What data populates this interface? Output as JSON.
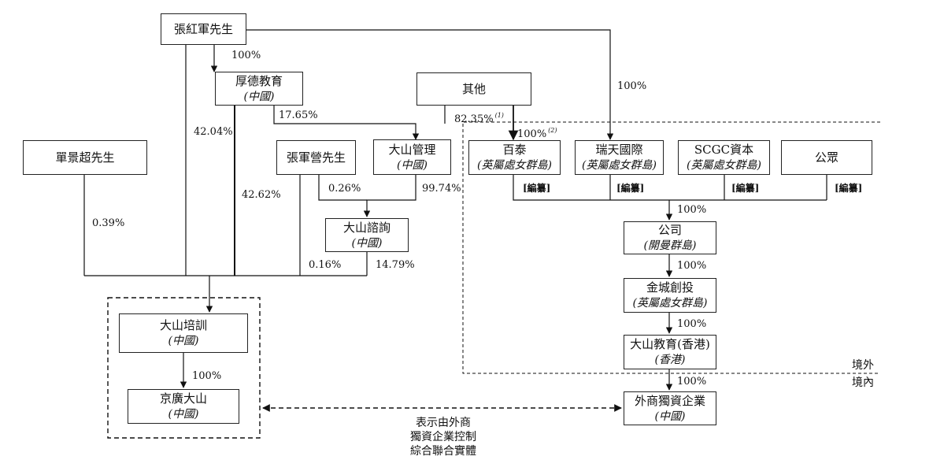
{
  "entities": {
    "zhang_hongjun": {
      "name": "張紅軍先生"
    },
    "houde": {
      "name": "厚德教育",
      "jurisdiction": "(中國)"
    },
    "others": {
      "name": "其他"
    },
    "shan_jingchao": {
      "name": "單景超先生"
    },
    "zhang_junying": {
      "name": "張軍營先生"
    },
    "dashan_mgmt": {
      "name": "大山管理",
      "jurisdiction": "(中國)"
    },
    "dashan_consult": {
      "name": "大山諮詢",
      "jurisdiction": "(中國)"
    },
    "baitai": {
      "name": "百泰",
      "jurisdiction": "(英屬處女群島)"
    },
    "ruitian": {
      "name": "瑞天國際",
      "jurisdiction": "(英屬處女群島)"
    },
    "scgc": {
      "name": "SCGC資本",
      "jurisdiction": "(英屬處女群島)"
    },
    "public": {
      "name": "公眾"
    },
    "company": {
      "name": "公司",
      "jurisdiction": "(開曼群島)"
    },
    "jincheng": {
      "name": "金城創投",
      "jurisdiction": "(英屬處女群島)"
    },
    "dashan_hk": {
      "name": "大山教育(香港)",
      "jurisdiction": "(香港)"
    },
    "wfoe": {
      "name": "外商獨資企業",
      "jurisdiction": "(中國)"
    },
    "dashan_training": {
      "name": "大山培訓",
      "jurisdiction": "(中國)"
    },
    "jingguang": {
      "name": "京廣大山",
      "jurisdiction": "(中國)"
    }
  },
  "percentages": {
    "zhang_to_houde": "100%",
    "zhang_to_ruitian": "100%",
    "zhang_to_training": "42.04%",
    "houde_to_mgmt": "17.65%",
    "houde_to_training": "42.62%",
    "others_to_mgmt": "82.35%",
    "others_to_mgmt_note": "(1)",
    "others_to_baitai": "100%",
    "others_to_baitai_note": "(2)",
    "shan_to_training": "0.39%",
    "zhangjy_to_consult": "0.26%",
    "mgmt_to_consult": "99.74%",
    "zhangjy_to_training": "0.16%",
    "consult_to_training": "14.79%",
    "shareholders_to_company": "100%",
    "company_to_jincheng": "100%",
    "jincheng_to_hk": "100%",
    "hk_to_wfoe": "100%",
    "training_to_jingguang": "100%"
  },
  "redacted_tag": "[編纂]",
  "regions": {
    "offshore": "境外",
    "onshore": "境內"
  },
  "vie_note": [
    "表示由外商",
    "獨資企業控制",
    "綜合聯合實體"
  ]
}
